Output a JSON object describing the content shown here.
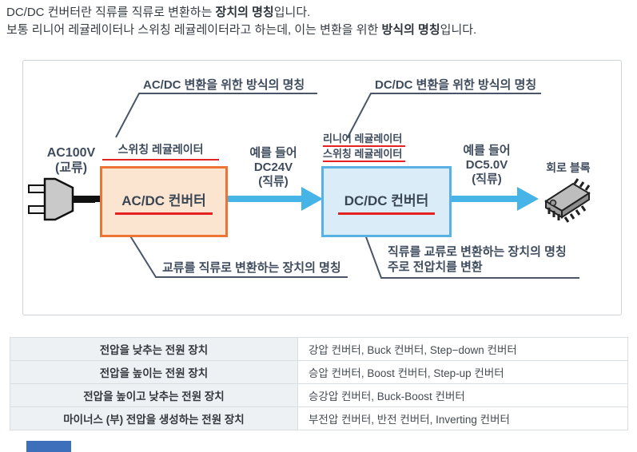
{
  "intro": {
    "line1": {
      "pre": "DC/DC 컨버터란 직류를 직류로 변환하는 ",
      "bold": "장치의 명칭",
      "post": "입니다."
    },
    "line2": {
      "pre": "보통 리니어 레귤레이터나 스위칭 레귤레이터라고 하는데, 이는 변환을 위한 ",
      "bold": "방식의 명칭",
      "post": "입니다."
    }
  },
  "diagram": {
    "callout_acdc_method": "AC/DC 변환을 위한 방식의 명칭",
    "callout_dcdc_method": "DC/DC 변환을 위한 방식의 명칭",
    "input": {
      "line1": "AC100V",
      "line2": "(교류)"
    },
    "switching_regulator": "스위칭 레귤레이터",
    "acdc_box_label": "AC/DC 컨버터",
    "arrow1": {
      "line1": "예를 들어",
      "line2": "DC24V",
      "line3": "(직류)"
    },
    "linear_regulator": "리니어 레귤레이터",
    "switching_regulator2": "스위칭 레귤레이터",
    "dcdc_box_label": "DC/DC 컨버터",
    "arrow2": {
      "line1": "예를 들어",
      "line2": "DC5.0V",
      "line3": "(직류)"
    },
    "circuit_block": "회로 블록",
    "callout_acdc_device": "교류를 직류로 변환하는 장치의 명칭",
    "callout_dcdc_device": {
      "line1": "직류를 교류로 변환하는 장치의 명칭",
      "line2": "주로 전압치를 변환"
    },
    "icons": {
      "plug": "ac-plug-icon",
      "chip": "ic-chip-icon"
    },
    "colors": {
      "arrow_blue": "#47b4e8",
      "acdc_border": "#ec7434",
      "acdc_fill": "#fbe4d0",
      "dcdc_border": "#57b1e3",
      "dcdc_fill": "#d9ecf7",
      "underline_red": "#e62220",
      "callout_line": "#4a5668"
    }
  },
  "table": {
    "rows": [
      {
        "label": "전압을 낮추는 전원 장치",
        "value": "강압 컨버터, Buck 컨버터, Step−down 컨버터"
      },
      {
        "label": "전압을 높이는 전원 장치",
        "value": "승압 컨버터, Boost 컨버터, Step-up 컨버터"
      },
      {
        "label": "전압을 높이고 낮추는 전원 장치",
        "value": "승강압 컨버터, Buck-Boost 컨버터"
      },
      {
        "label": "마이너스 (부) 전압을 생성하는 전원 장치",
        "value": "부전압 컨버터, 반전 컨버터, Inverting 컨버터"
      }
    ]
  }
}
